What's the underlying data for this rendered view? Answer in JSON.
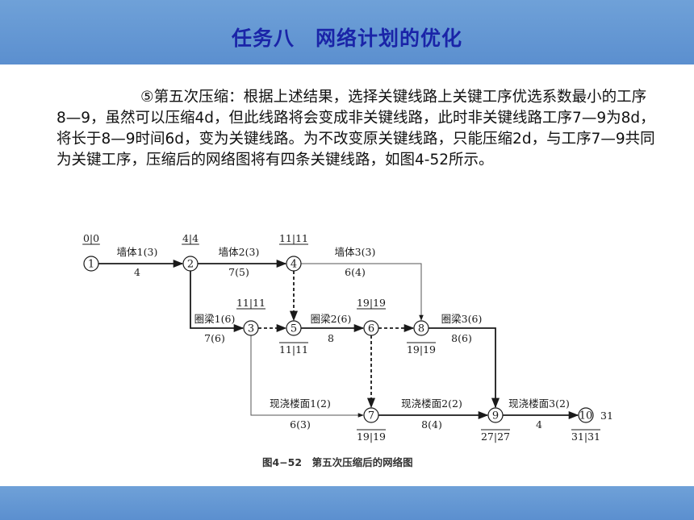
{
  "header": {
    "title": "任务八　网络计划的优化",
    "color": "#5b8fcf"
  },
  "paragraph": {
    "text": "⑤第五次压缩：根据上述结果，选择关键线路上关键工序优选系数最小的工序8—9，虽然可以压缩4d，但此线路将会变成非关键线路，此时非关键线路工序7—9为8d，将长于8—9时间6d，变为关键线路。为不改变原关键线路，只能压缩2d，与工序7—9共同为关键工序，压缩后的网络图将有四条关键线路，如图4-52所示。"
  },
  "diagram": {
    "caption": "图4−52　第五次压缩后的网络图",
    "nodes": [
      {
        "id": "1",
        "time_label": "0|0"
      },
      {
        "id": "2",
        "time_label": "4|4"
      },
      {
        "id": "3",
        "time_label": "11|11"
      },
      {
        "id": "4",
        "time_label": "11|11"
      },
      {
        "id": "5",
        "time_label": "11|11"
      },
      {
        "id": "6",
        "time_label": "19|19"
      },
      {
        "id": "7",
        "time_label": "19|19"
      },
      {
        "id": "8",
        "time_label": "19|19"
      },
      {
        "id": "9",
        "time_label": "27|27"
      },
      {
        "id": "10",
        "time_label": "31|31",
        "extra_label": "31"
      }
    ],
    "activities": [
      {
        "from": "1",
        "to": "2",
        "name": "墙体1(3)",
        "duration": "4",
        "critical": true,
        "dummy": false
      },
      {
        "from": "2",
        "to": "4",
        "name": "墙体2(3)",
        "duration": "7(5)",
        "critical": true,
        "dummy": false
      },
      {
        "from": "4",
        "to": "8",
        "name": "墙体3(3)",
        "duration": "6(4)",
        "critical": false,
        "dummy": false
      },
      {
        "from": "2",
        "to": "3",
        "name": "圈梁1(6)",
        "duration": "7(6)",
        "critical": true,
        "dummy": false
      },
      {
        "from": "5",
        "to": "6",
        "name": "圈梁2(6)",
        "duration": "8",
        "critical": true,
        "dummy": false
      },
      {
        "from": "8",
        "to": "9",
        "name": "圈梁3(6)",
        "duration": "8(6)",
        "critical": true,
        "dummy": false
      },
      {
        "from": "3",
        "to": "7",
        "name": "现浇楼面1(2)",
        "duration": "6(3)",
        "critical": false,
        "dummy": false
      },
      {
        "from": "7",
        "to": "9",
        "name": "现浇楼面2(2)",
        "duration": "8(4)",
        "critical": true,
        "dummy": false
      },
      {
        "from": "9",
        "to": "10",
        "name": "现浇楼面3(2)",
        "duration": "4",
        "critical": true,
        "dummy": false
      },
      {
        "from": "4",
        "to": "5",
        "name": "",
        "duration": "",
        "critical": true,
        "dummy": true
      },
      {
        "from": "3",
        "to": "5",
        "name": "",
        "duration": "",
        "critical": true,
        "dummy": true
      },
      {
        "from": "6",
        "to": "8",
        "name": "",
        "duration": "",
        "critical": true,
        "dummy": true
      },
      {
        "from": "6",
        "to": "7",
        "name": "",
        "duration": "",
        "critical": true,
        "dummy": true
      }
    ]
  }
}
